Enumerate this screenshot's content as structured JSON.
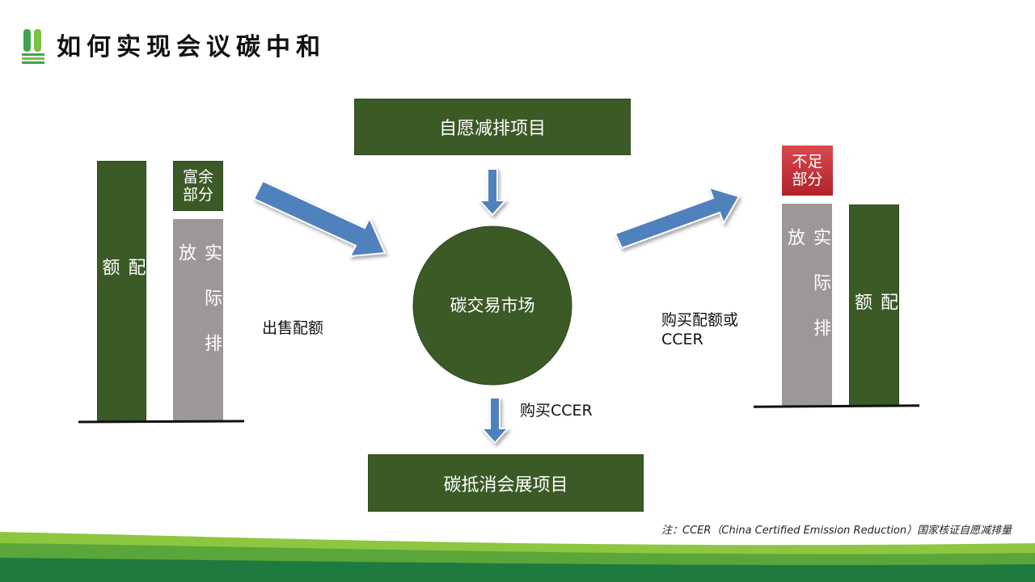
{
  "slide": {
    "title": "如何实现会议碳中和",
    "voluntary_project": "自愿减排项目",
    "market": "碳交易市场",
    "offset_project": "碳抵消会展项目",
    "left_allowance": "配额",
    "left_surplus": "富余部分",
    "left_actual": "实际排放",
    "sell_label": "出售配额",
    "buy_ccer_label": "购买CCER",
    "buy_allowance_label_line1": "购买配额或",
    "buy_allowance_label_line2": "CCER",
    "right_shortage": "不足部分",
    "right_actual": "实际排放",
    "right_allowance": "配额",
    "footnote": "注：CCER（China Certified Emission Reduction）国家核证自愿减排量"
  },
  "colors": {
    "dark_green": "#3b5a26",
    "gray": "#9d9898",
    "red": "#c0262b",
    "arrow_blue": "#4f81bd",
    "footer_light_green": "#7ac043",
    "footer_dark_green": "#1e7a3e"
  }
}
